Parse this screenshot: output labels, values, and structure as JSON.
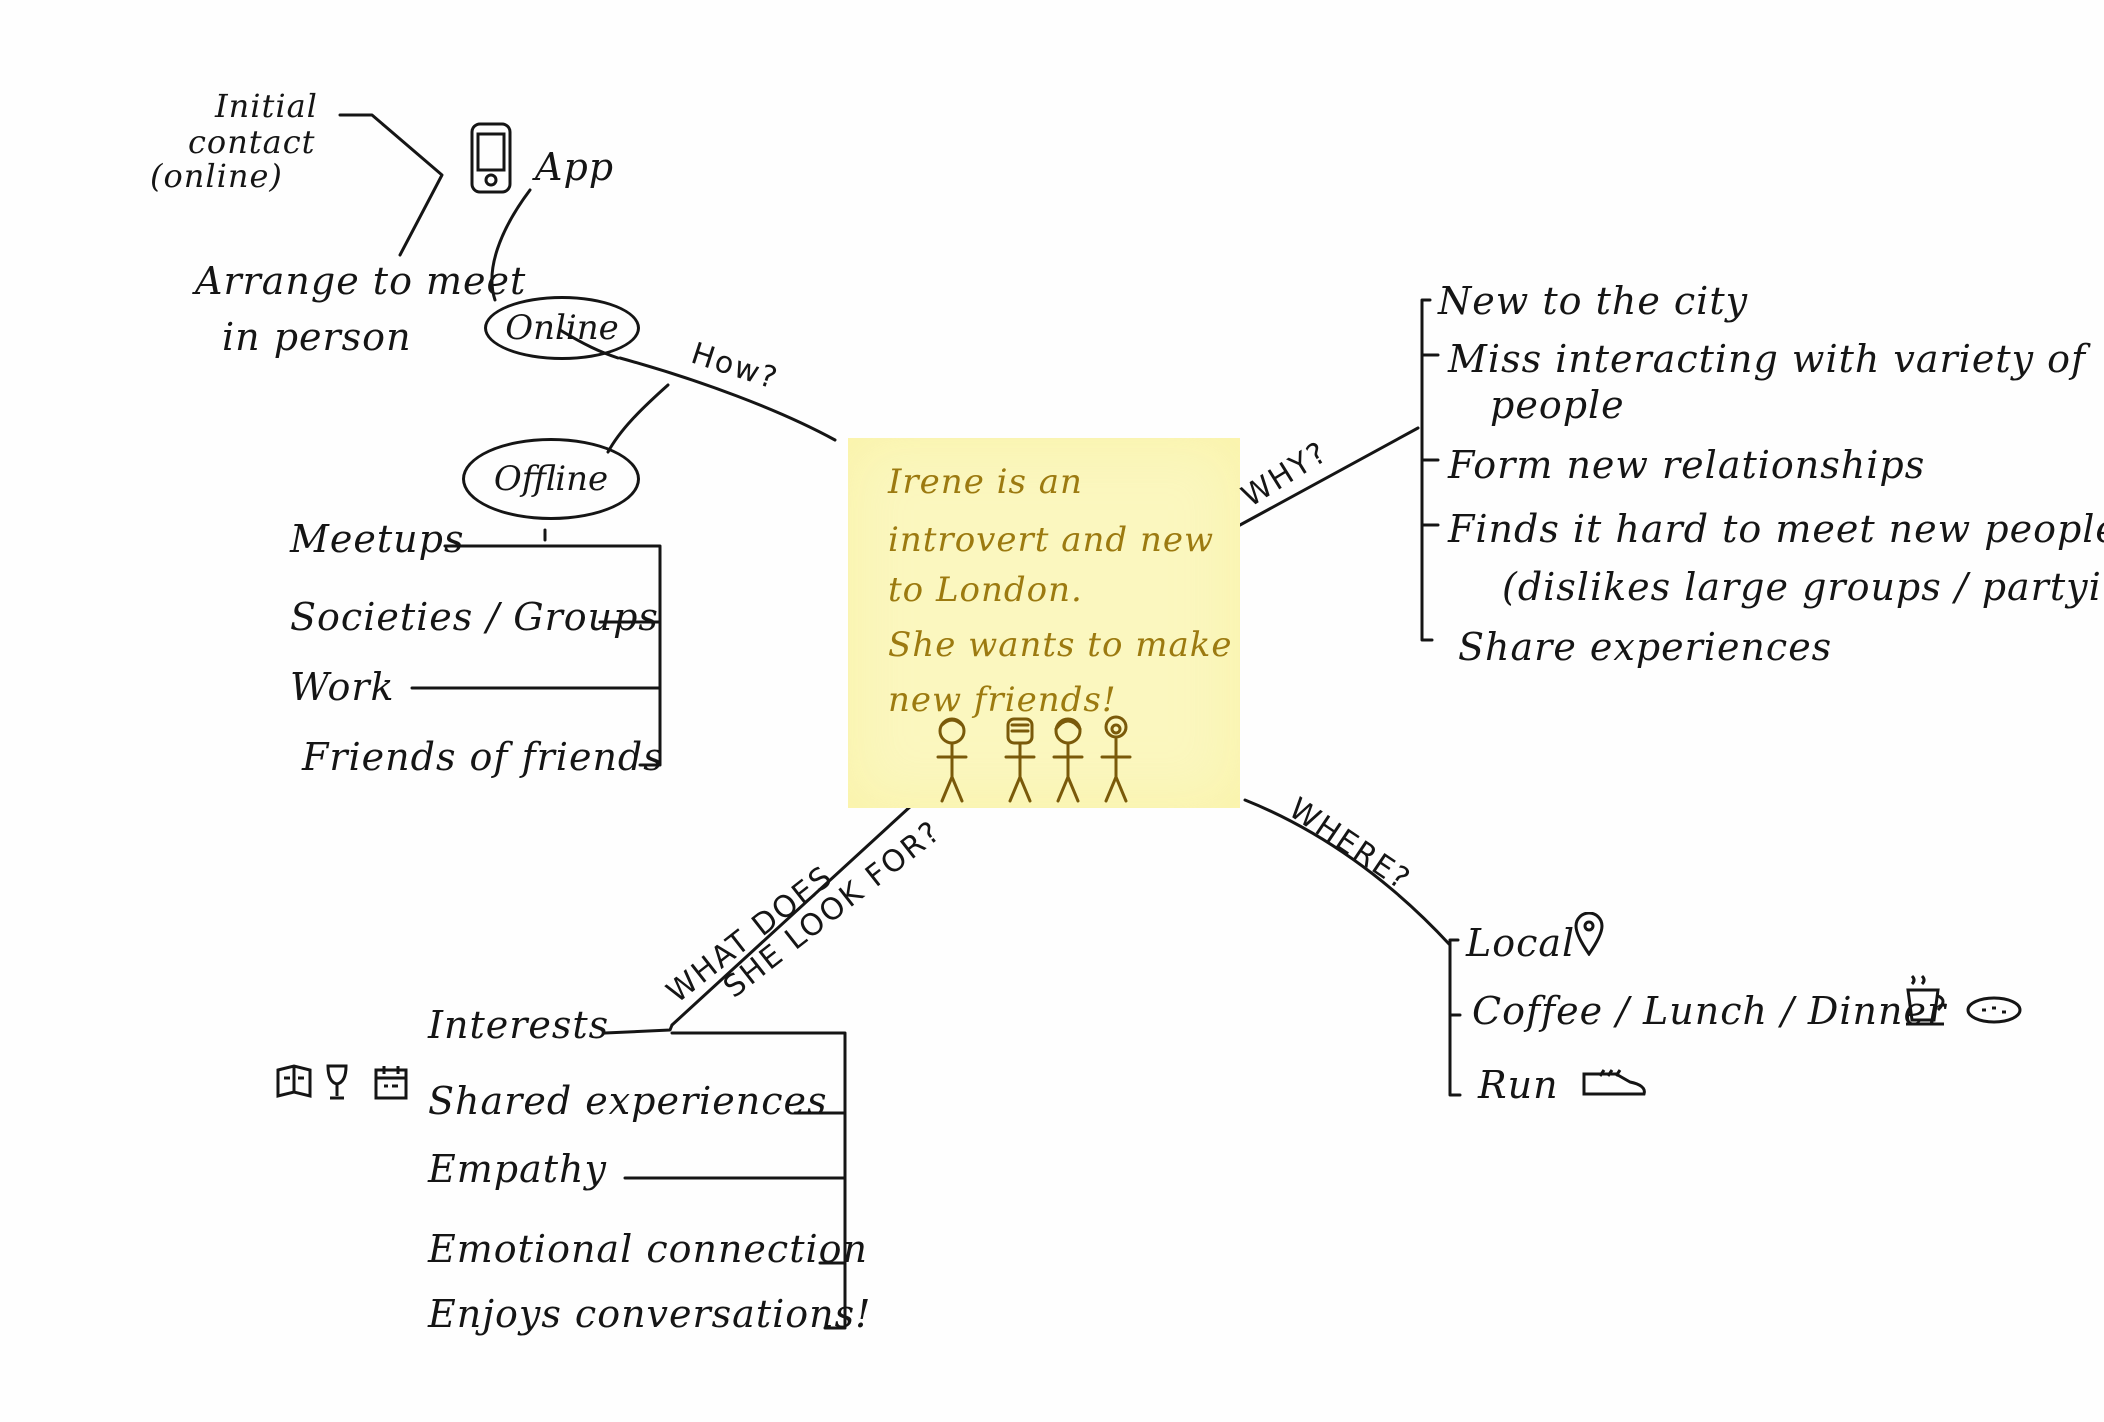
{
  "center_note": {
    "lines": [
      "Irene is an",
      "introvert and new",
      "to London.",
      "She wants to make",
      "new friends!"
    ],
    "color": "#fbf7bf",
    "text_color": "#9c7a10"
  },
  "branches": {
    "how": {
      "label": "How?",
      "online": {
        "label": "Online",
        "app": {
          "label": "App",
          "icon": "phone-icon"
        },
        "initial_contact": [
          "Initial",
          "contact",
          "(online)"
        ],
        "arrange": [
          "Arrange to meet",
          "in person"
        ]
      },
      "offline": {
        "label": "Offline",
        "items": [
          "Meetups",
          "Societies / Groups",
          "Work",
          "Friends of friends"
        ]
      }
    },
    "why": {
      "label": "WHY?",
      "items": [
        [
          "New to the city"
        ],
        [
          "Miss interacting with variety of",
          "people"
        ],
        [
          "Form new relationships"
        ],
        [
          "Finds it hard to meet new people",
          "(dislikes large groups / partying)"
        ],
        [
          "Share experiences"
        ]
      ]
    },
    "where": {
      "label": "WHERE?",
      "items": [
        {
          "text": "Local",
          "icon": "location-pin-icon"
        },
        {
          "text": "Coffee / Lunch / Dinner",
          "icon": "coffee-cup-icon"
        },
        {
          "text": "Run",
          "icon": "running-shoe-icon"
        }
      ]
    },
    "what": {
      "label_lines": [
        "WHAT DOES",
        "SHE LOOK FOR?"
      ],
      "items": [
        "Interests",
        "Shared experiences",
        "Empathy",
        "Emotional connection",
        "Enjoys conversations!"
      ],
      "icons": [
        "book-icon",
        "wine-glass-icon",
        "calendar-icon"
      ]
    }
  }
}
